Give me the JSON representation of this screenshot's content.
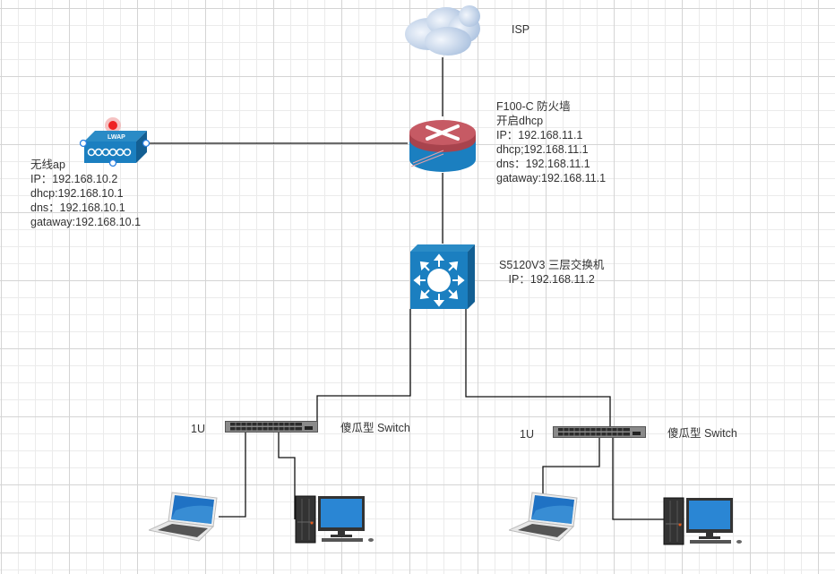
{
  "isp": {
    "label": "ISP"
  },
  "firewall": {
    "lines": [
      "F100-C 防火墙",
      "开启dhcp",
      "IP：192.168.11.1",
      "dhcp;192.168.11.1",
      "dns：192.168.11.1",
      "gataway:192.168.11.1"
    ],
    "color_top": "#c0525c",
    "color_body": "#1b7fc0"
  },
  "wireless_ap": {
    "lines": [
      "无线ap",
      "IP：192.168.10.2",
      "dhcp:192.168.10.1",
      "dns：192.168.10.1",
      "gataway:192.168.10.1"
    ],
    "color": "#1b7fc0"
  },
  "core_switch": {
    "lines": [
      "S5120V3 三层交换机",
      "IP：192.168.11.2"
    ],
    "color": "#1b7fc0"
  },
  "access_switches": [
    {
      "u_label": "1U",
      "name": "傻瓜型 Switch"
    },
    {
      "u_label": "1U",
      "name": "傻瓜型 Switch"
    }
  ]
}
